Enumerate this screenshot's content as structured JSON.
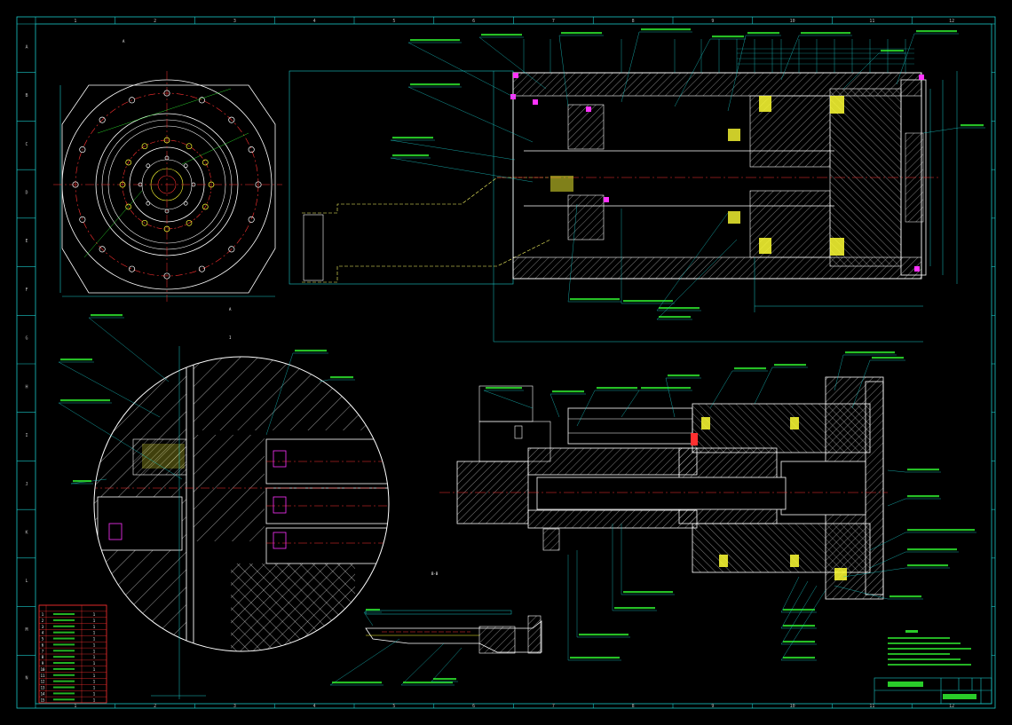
{
  "colors": {
    "background": "#000000",
    "frame": "#19c8c8",
    "outline": "#ffffff",
    "centerline": "#ff3030",
    "annotation": "#33ff33",
    "hatch": "#ffffff",
    "part_fill": "#ffff33",
    "seal": "#ff33ff",
    "dimension": "#19c8c8",
    "hidden": "#ffff66"
  },
  "border": {
    "column_numbers": [
      "1",
      "2",
      "3",
      "4",
      "5",
      "6",
      "7",
      "8",
      "9",
      "10",
      "11",
      "12"
    ],
    "row_letters": [
      "A",
      "B",
      "C",
      "D",
      "E",
      "F",
      "G",
      "H",
      "I",
      "J",
      "K",
      "L",
      "M",
      "N"
    ]
  },
  "section_marks": {
    "top_view": "A",
    "detail_view": "I",
    "mid_view": "B-B"
  },
  "parts_table": {
    "rows": [
      [
        "1",
        "",
        "1"
      ],
      [
        "2",
        "",
        "1"
      ],
      [
        "3",
        "",
        "1"
      ],
      [
        "4",
        "",
        "1"
      ],
      [
        "5",
        "",
        "1"
      ],
      [
        "6",
        "",
        "1"
      ],
      [
        "7",
        "",
        "1"
      ],
      [
        "8",
        "",
        "1"
      ],
      [
        "9",
        "",
        "1"
      ],
      [
        "10",
        "",
        "1"
      ],
      [
        "11",
        "",
        "1"
      ],
      [
        "12",
        "",
        "1"
      ],
      [
        "13",
        "",
        "1"
      ],
      [
        "14",
        "",
        "1"
      ],
      [
        "15",
        "",
        "1"
      ]
    ]
  },
  "title_block": {
    "name": "",
    "drawing_no": ""
  }
}
